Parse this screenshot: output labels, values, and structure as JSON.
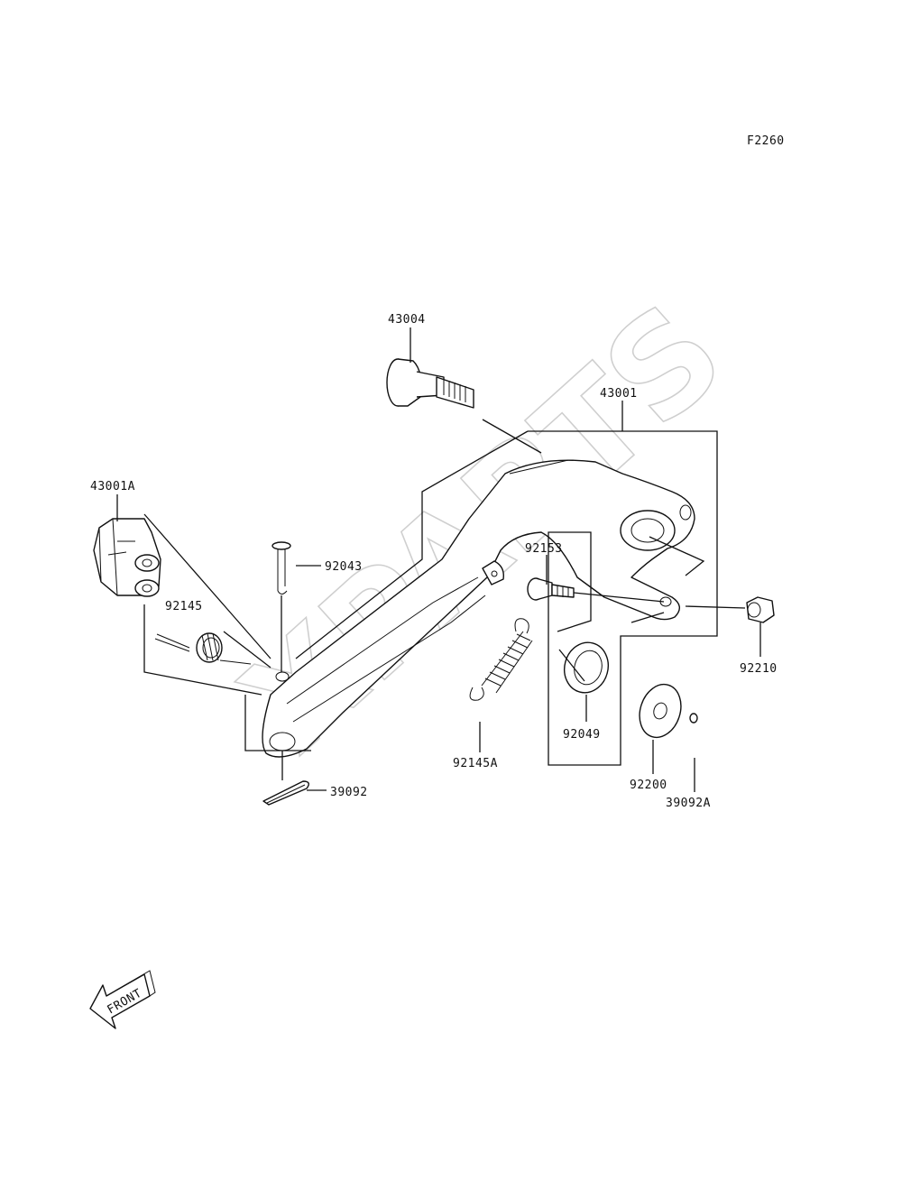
{
  "figure_code": "F2260",
  "watermark": "XPARTS",
  "front_label": "FRONT",
  "labels": {
    "p43004": "43004",
    "p43001": "43001",
    "p43001A": "43001A",
    "p92043": "92043",
    "p92145": "92145",
    "p92153": "92153",
    "p92210": "92210",
    "p92049": "92049",
    "p92145A": "92145A",
    "p92200": "92200",
    "p39092": "39092",
    "p39092A": "39092A"
  }
}
